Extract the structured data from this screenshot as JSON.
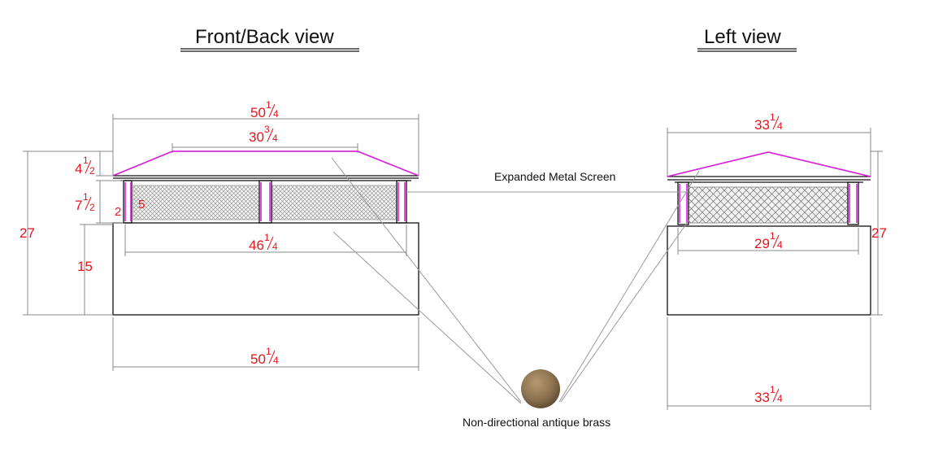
{
  "front_view": {
    "title": "Front/Back  view",
    "dims": {
      "top_width_whole": "50",
      "top_width_num": "1",
      "top_width_den": "4",
      "ridge_width_whole": "30",
      "ridge_width_num": "3",
      "ridge_width_den": "4",
      "roof_height_whole": "4",
      "roof_height_num": "1",
      "roof_height_den": "2",
      "screen_height_whole": "7",
      "screen_height_num": "1",
      "screen_height_den": "2",
      "post_width": "2",
      "post_gap": "5",
      "total_height": "27",
      "base_height": "15",
      "inner_width_whole": "46",
      "inner_width_num": "1",
      "inner_width_den": "4",
      "bottom_width_whole": "50",
      "bottom_width_num": "1",
      "bottom_width_den": "4"
    }
  },
  "left_view": {
    "title": "Left view",
    "dims": {
      "top_width_whole": "33",
      "top_width_num": "1",
      "top_width_den": "4",
      "inner_width_whole": "29",
      "inner_width_num": "1",
      "inner_width_den": "4",
      "total_height": "27",
      "bottom_width_whole": "33",
      "bottom_width_num": "1",
      "bottom_width_den": "4"
    }
  },
  "labels": {
    "screen": "Expanded Metal Screen",
    "finial": "Non-directional antique brass"
  },
  "colors": {
    "dimension_text": "#e8141b",
    "trim": "#e020e0",
    "outline": "#111111",
    "dimension_line": "#8a8a8a",
    "brass": "#8c7250"
  }
}
